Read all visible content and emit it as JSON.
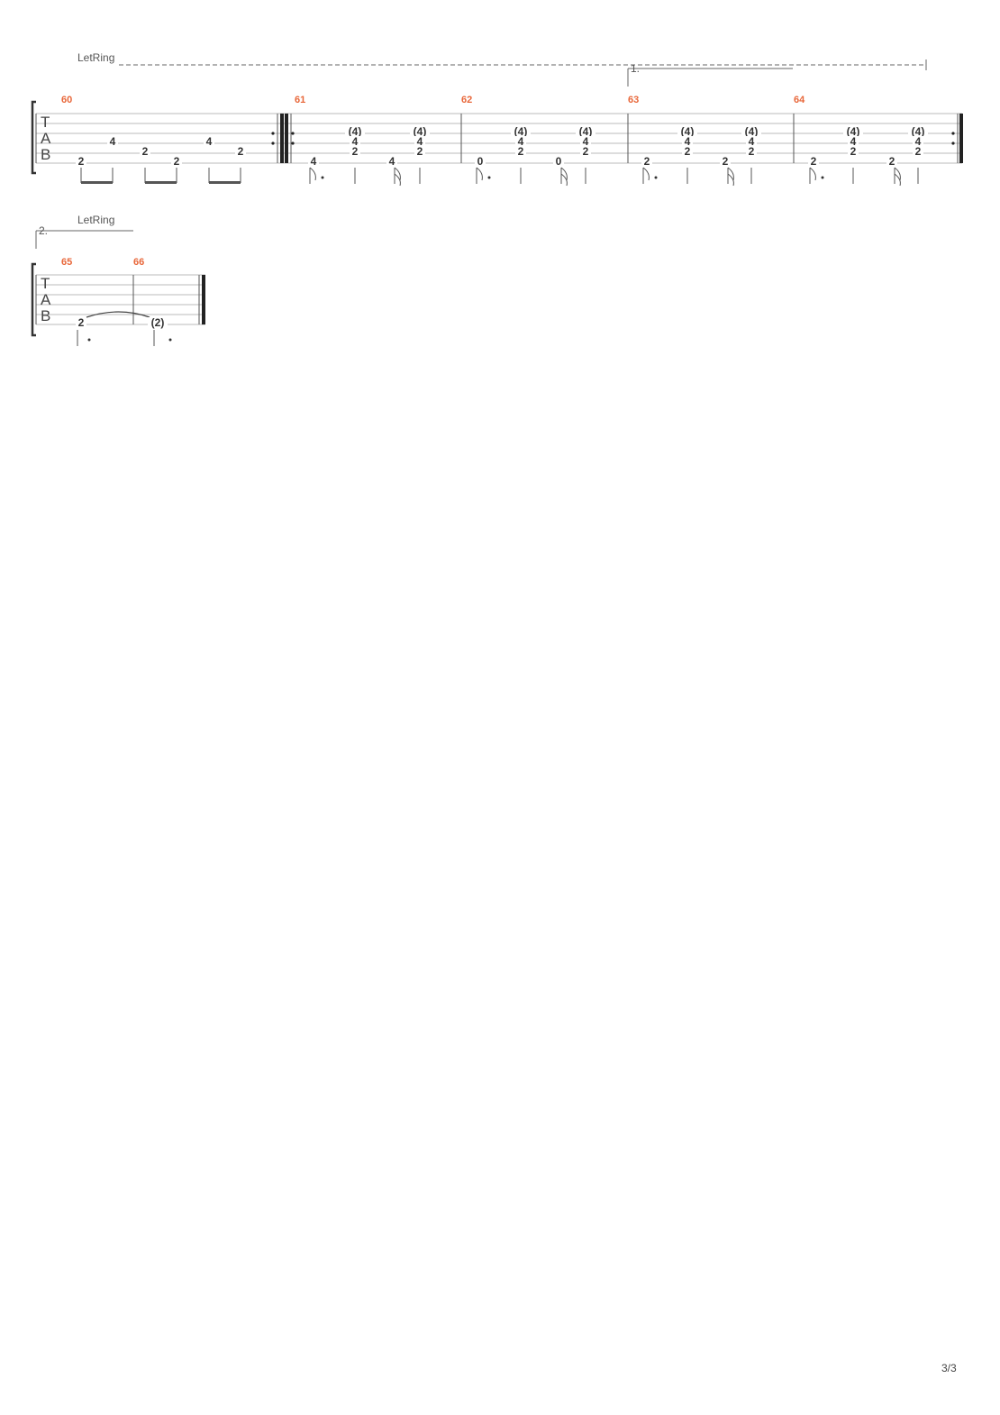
{
  "page_number": "3/3",
  "tab_clef": [
    "T",
    "A",
    "B"
  ],
  "systems": [
    {
      "annotation": "LetRing",
      "ending": "1.",
      "bars": [
        {
          "number": "60",
          "frets": [
            "2",
            "4",
            "2",
            "2",
            "4",
            "2"
          ]
        },
        {
          "number": "61",
          "frets": [
            "4",
            "(4)",
            "4",
            "2",
            "4",
            "(4)",
            "4",
            "2"
          ]
        },
        {
          "number": "62",
          "frets": [
            "0",
            "(4)",
            "4",
            "2",
            "0",
            "(4)",
            "4",
            "2"
          ]
        },
        {
          "number": "63",
          "frets": [
            "2",
            "(4)",
            "4",
            "2",
            "2",
            "(4)",
            "4",
            "2"
          ]
        },
        {
          "number": "64",
          "frets": [
            "2",
            "(4)",
            "4",
            "2",
            "2",
            "(4)",
            "4",
            "2"
          ]
        }
      ]
    },
    {
      "annotation": "LetRing",
      "ending": "2.",
      "bars": [
        {
          "number": "65",
          "frets": [
            "2"
          ]
        },
        {
          "number": "66",
          "frets": [
            "(2)"
          ]
        }
      ]
    }
  ]
}
